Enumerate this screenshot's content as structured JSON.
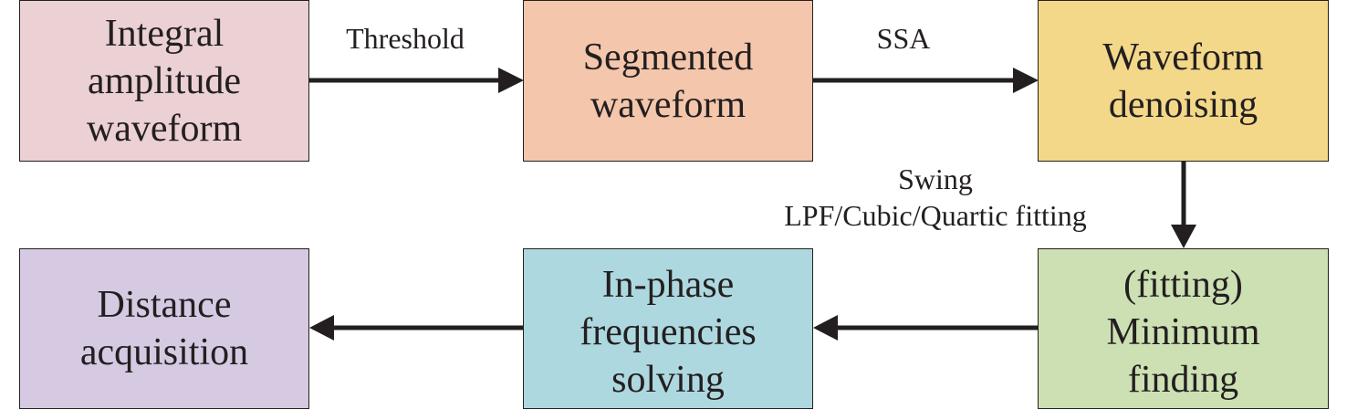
{
  "diagram": {
    "nodes": [
      {
        "id": "integral",
        "label": "Integral\namplitude\nwaveform",
        "color": "#ebd0d4"
      },
      {
        "id": "segmented",
        "label": "Segmented\nwaveform",
        "color": "#f4c6ab"
      },
      {
        "id": "denoising",
        "label": "Waveform\ndenoising",
        "color": "#f3d88a"
      },
      {
        "id": "minimum",
        "label": "(fitting)\nMinimum\nfinding",
        "color": "#cde0b3"
      },
      {
        "id": "inphase",
        "label": "In-phase\nfrequencies\nsolving",
        "color": "#aed8df"
      },
      {
        "id": "distance",
        "label": "Distance\nacquisition",
        "color": "#d5cae1"
      }
    ],
    "edges": [
      {
        "from": "integral",
        "to": "segmented",
        "label": "Threshold"
      },
      {
        "from": "segmented",
        "to": "denoising",
        "label": "SSA"
      },
      {
        "from": "denoising",
        "to": "minimum",
        "label": "Swing\nLPF/Cubic/Quartic fitting"
      },
      {
        "from": "minimum",
        "to": "inphase",
        "label": ""
      },
      {
        "from": "inphase",
        "to": "distance",
        "label": ""
      }
    ]
  }
}
